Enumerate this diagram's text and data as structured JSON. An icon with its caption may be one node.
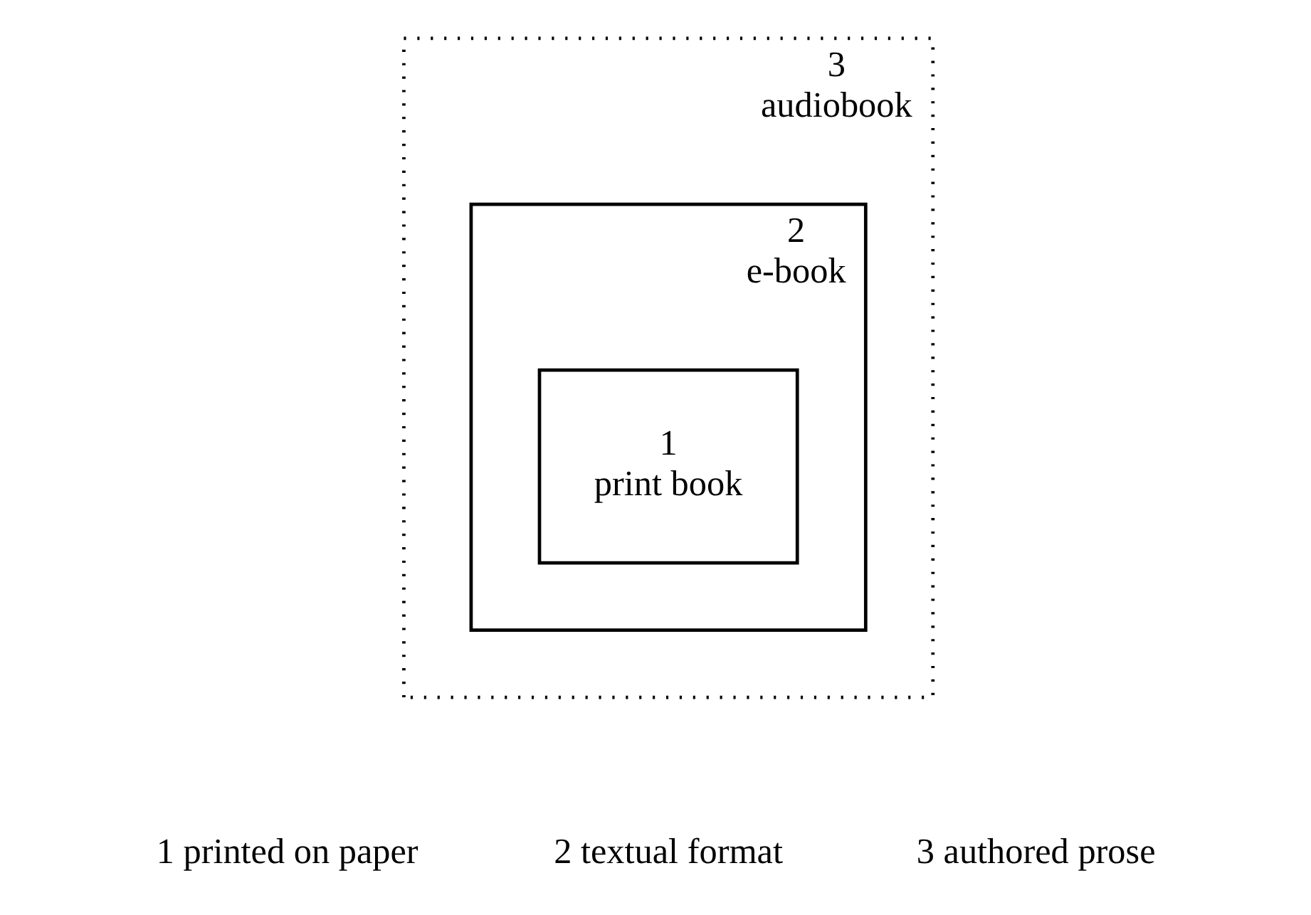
{
  "diagram": {
    "nodes": [
      {
        "text": [
          "3",
          "audiobook"
        ]
      },
      {
        "text": [
          "2",
          "e-book"
        ],
        "in": 0
      },
      {
        "text": [
          "1",
          "print book"
        ],
        "in": 1
      }
    ],
    "labels": [
      "1 printed on paper",
      "2 textual format",
      "3 authored prose"
    ]
  }
}
